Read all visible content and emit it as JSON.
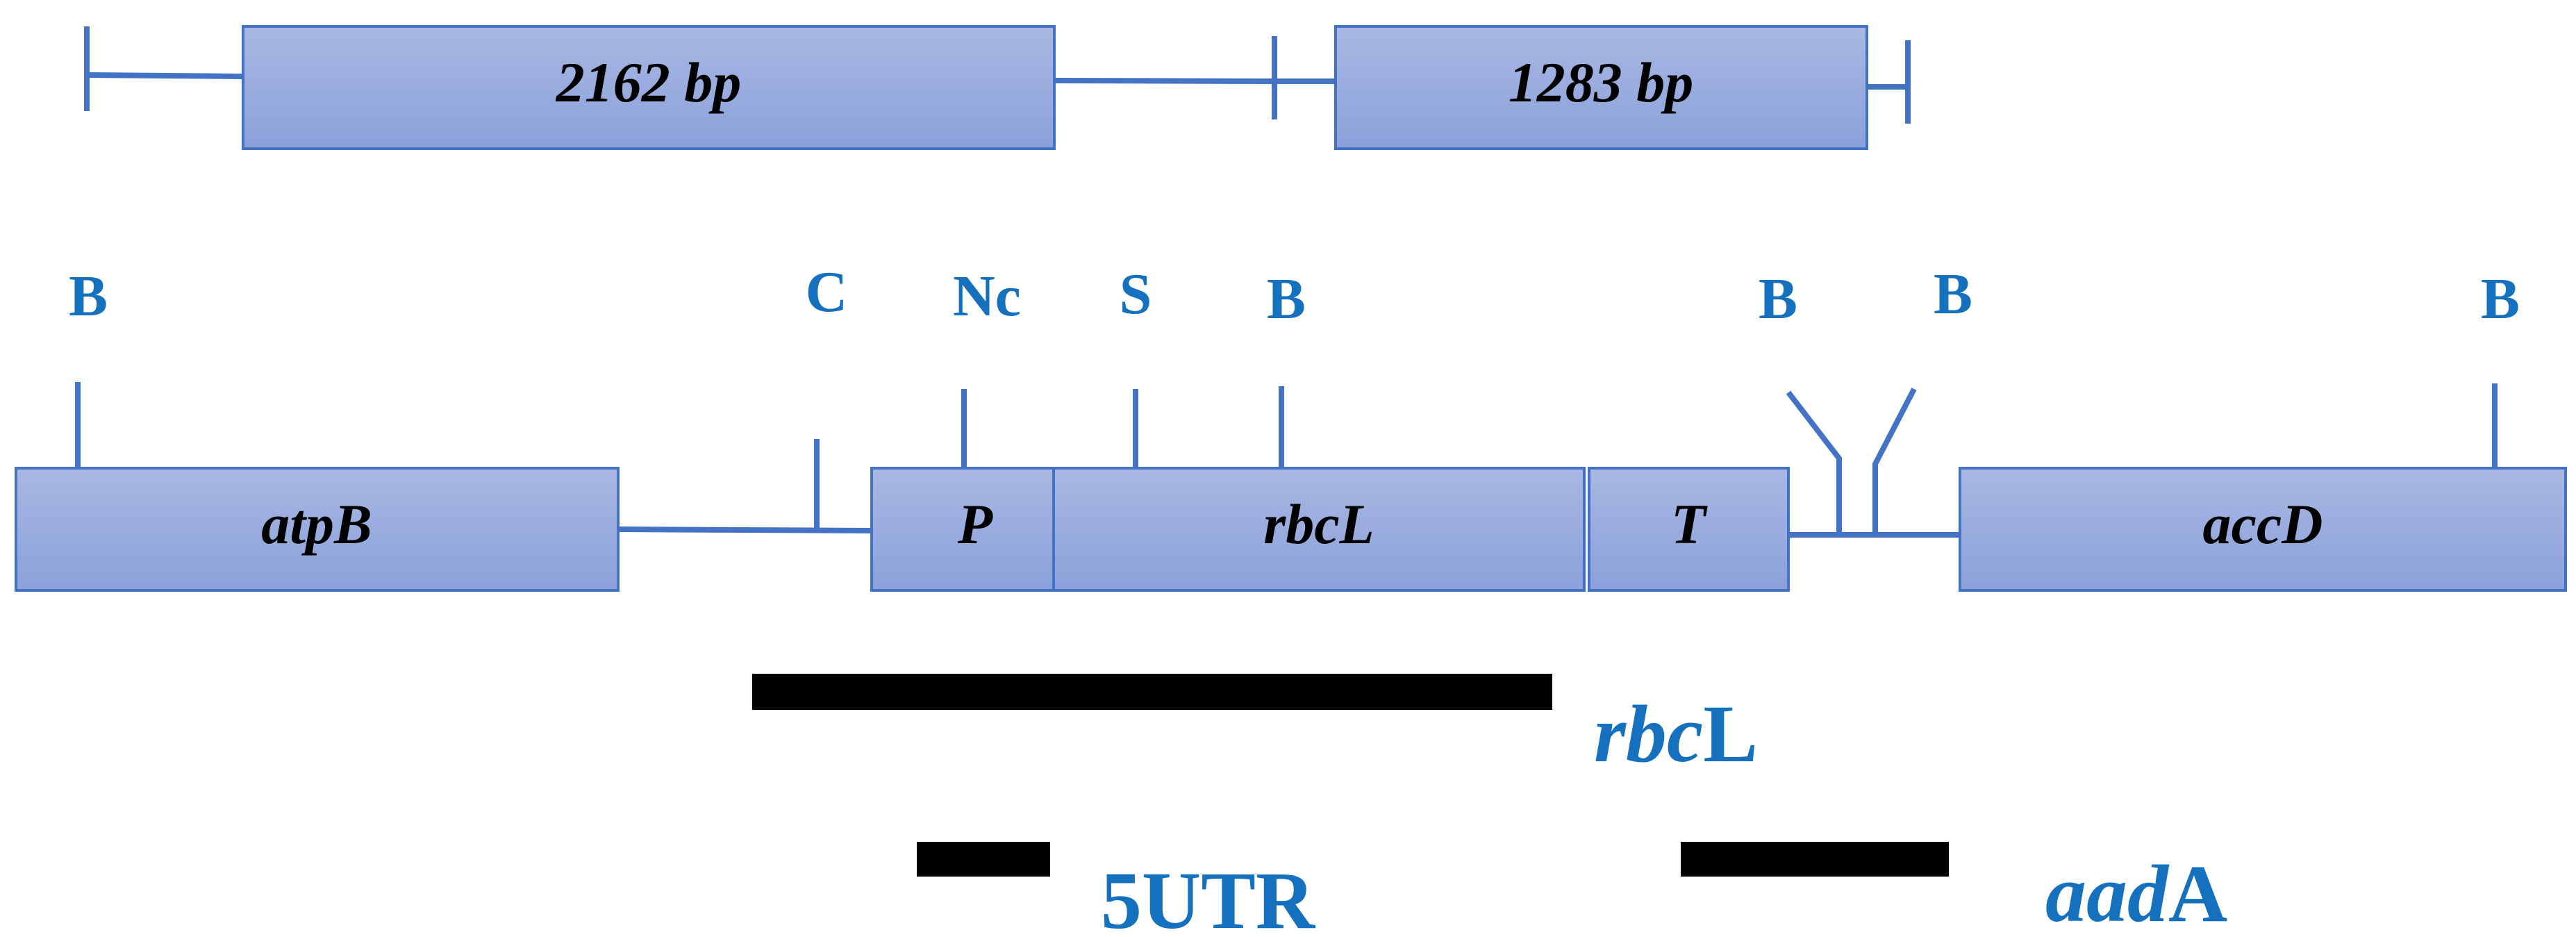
{
  "colors": {
    "box_fill_top": "#a9b8e3",
    "box_fill_bottom": "#8aa1da",
    "box_stroke": "#4472c4",
    "line": "#4472c4",
    "site_label": "#1570bd",
    "probe_bar": "#000000",
    "box_text": "#000000"
  },
  "fragments": {
    "left_size": "2162 bp",
    "right_size": "1283 bp"
  },
  "genes": {
    "atpB": "atpB",
    "promoter": "P",
    "rbcL": "rbcL",
    "terminator": "T",
    "accD": "accD"
  },
  "restriction_sites": {
    "b1": "B",
    "c": "C",
    "nc": "Nc",
    "s": "S",
    "b2": "B",
    "b3": "B",
    "b4": "B",
    "b5": "B"
  },
  "probes": {
    "rbcL_italic": "rbc",
    "rbcL_rest": "L",
    "utr": "5UTR",
    "aadA_italic": "aad",
    "aadA_rest": "A"
  }
}
